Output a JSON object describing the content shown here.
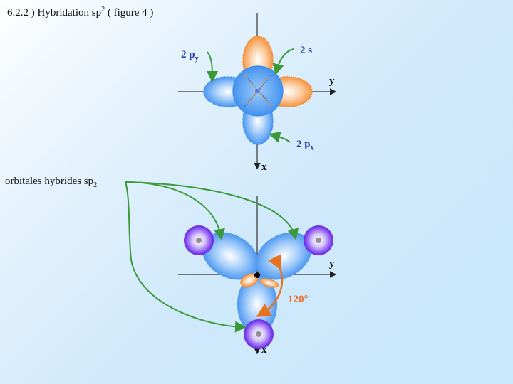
{
  "title": {
    "prefix": "6.2.2 ) Hybridation sp",
    "superscript": "2",
    "suffix": " ( figure 4 )"
  },
  "figure_top": {
    "labels": {
      "py_main": "2 p",
      "py_sub": "y",
      "s": "2 s",
      "px_main": "2 p",
      "px_sub": "x",
      "axis_y": "y",
      "axis_x": "x"
    }
  },
  "hybrid_label": {
    "main": "orbitales hybrides sp",
    "sub": "2"
  },
  "figure_bottom": {
    "labels": {
      "axis_y": "y",
      "axis_x": "x",
      "angle": "120°"
    }
  },
  "colors": {
    "p_orbital_blue": "#3d8ff0",
    "s_orbital_orange": "#f5923a",
    "label_blue": "#2a3aa8",
    "arrow_green": "#3a9a3a",
    "angle_orange": "#e8701e",
    "atom_purple": "#6a2ee8"
  }
}
